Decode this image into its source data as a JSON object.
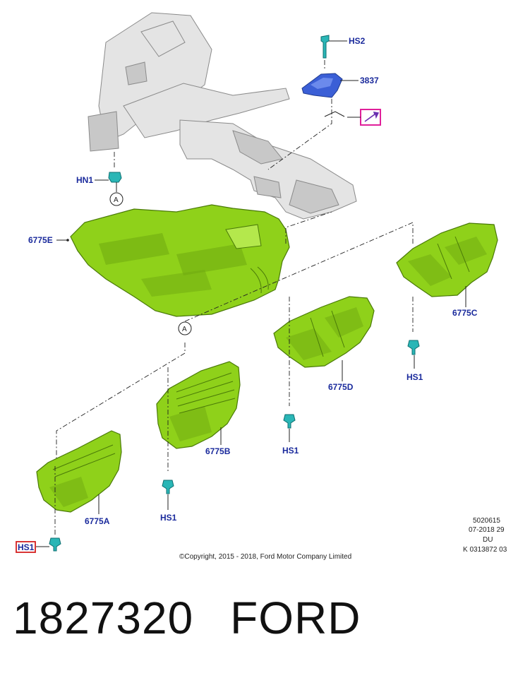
{
  "labels": {
    "hs2": "HS2",
    "p3837": "3837",
    "hn1": "HN1",
    "ref_a_top": "A",
    "ref_a_mid": "A",
    "p6775e": "6775E",
    "p6775c": "6775C",
    "p6775d": "6775D",
    "p6775b": "6775B",
    "p6775a": "6775A",
    "hs1_c": "HS1",
    "hs1_d": "HS1",
    "hs1_b": "HS1",
    "hs1_a": "HS1"
  },
  "colors": {
    "shield": "#8fd11a",
    "bracket": "#3b5fd6",
    "fastener": "#2ab6b6",
    "label": "#1a2a9c",
    "highlight_box": "#e0209a",
    "selected_box": "#d42020"
  },
  "meta": {
    "line1": "5020615",
    "line2": "07-2018 29",
    "line3": "DU",
    "line4": "K 0313872  03",
    "copyright": "©Copyright, 2015 - 2018, Ford Motor Company Limited"
  },
  "footer": {
    "part_number": "1827320",
    "brand": "FORD"
  }
}
